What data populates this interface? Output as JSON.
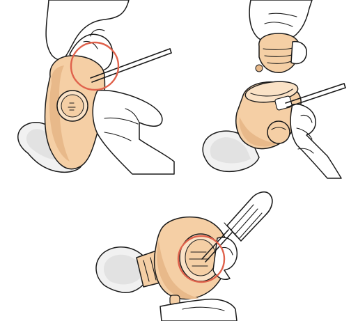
{
  "colors": {
    "shell": "#f5cfa5",
    "shell_shade": "#e8b98a",
    "shell_light": "#fae2c6",
    "highlight_circle": "#e0624c",
    "line": "#1a1a1a",
    "hand_fill": "#ffffff",
    "dome_fill": "#f1f1f1"
  },
  "icons": {
    "panel_1": "hand-holding-hearing-aid-with-tool",
    "panel_2": "hearing-aid-cover-removal",
    "panel_3": "screwdriver-adjustment"
  }
}
